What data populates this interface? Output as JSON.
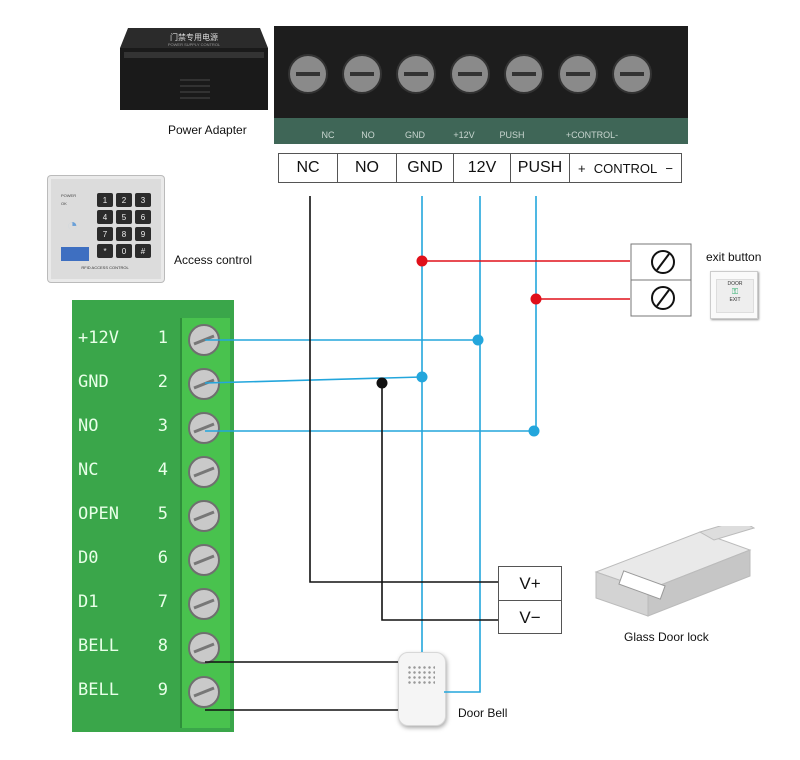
{
  "colors": {
    "blue_wire": "#23a6dc",
    "black_wire": "#111111",
    "red_wire": "#e0101a",
    "board_green": "#3aa64a",
    "terminal_green": "#49c24e"
  },
  "components": {
    "power_adapter": {
      "label": "Power Adapter",
      "chinese_label": "门禁专用电源",
      "sub_label": "POWER SUPPLY CONTROL"
    },
    "access_control": {
      "label": "Access control",
      "keypad_keys": [
        "1",
        "2",
        "3",
        "4",
        "5",
        "6",
        "7",
        "8",
        "9",
        "*",
        "0",
        "#"
      ],
      "brand_text": "RFID  ACCESS CONTROL",
      "indicator_power": "POWER",
      "indicator_ok": "OK"
    },
    "exit_button": {
      "label": "exit button",
      "button_text_1": "DOOR",
      "button_text_2": "EXIT"
    },
    "glass_door_lock": {
      "label": "Glass Door lock"
    },
    "door_bell": {
      "label": "Door Bell"
    }
  },
  "power_terminals": {
    "photo_labels": [
      "NC",
      "NO",
      "GND",
      "+12V",
      "PUSH",
      "+CONTROL-"
    ],
    "labels": [
      "NC",
      "NO",
      "GND",
      "12V",
      "PUSH"
    ],
    "control_plus": "+",
    "control_label": "CONTROL",
    "control_minus": "−"
  },
  "board_pins": [
    {
      "name": "+12V",
      "num": "1"
    },
    {
      "name": "GND",
      "num": "2"
    },
    {
      "name": "NO",
      "num": "3"
    },
    {
      "name": "NC",
      "num": "4"
    },
    {
      "name": "OPEN",
      "num": "5"
    },
    {
      "name": "D0",
      "num": "6"
    },
    {
      "name": "D1",
      "num": "7"
    },
    {
      "name": "BELL",
      "num": "8"
    },
    {
      "name": "BELL",
      "num": "9"
    }
  ],
  "lock_terminals": {
    "v_plus": "V+",
    "v_minus": "V−"
  }
}
